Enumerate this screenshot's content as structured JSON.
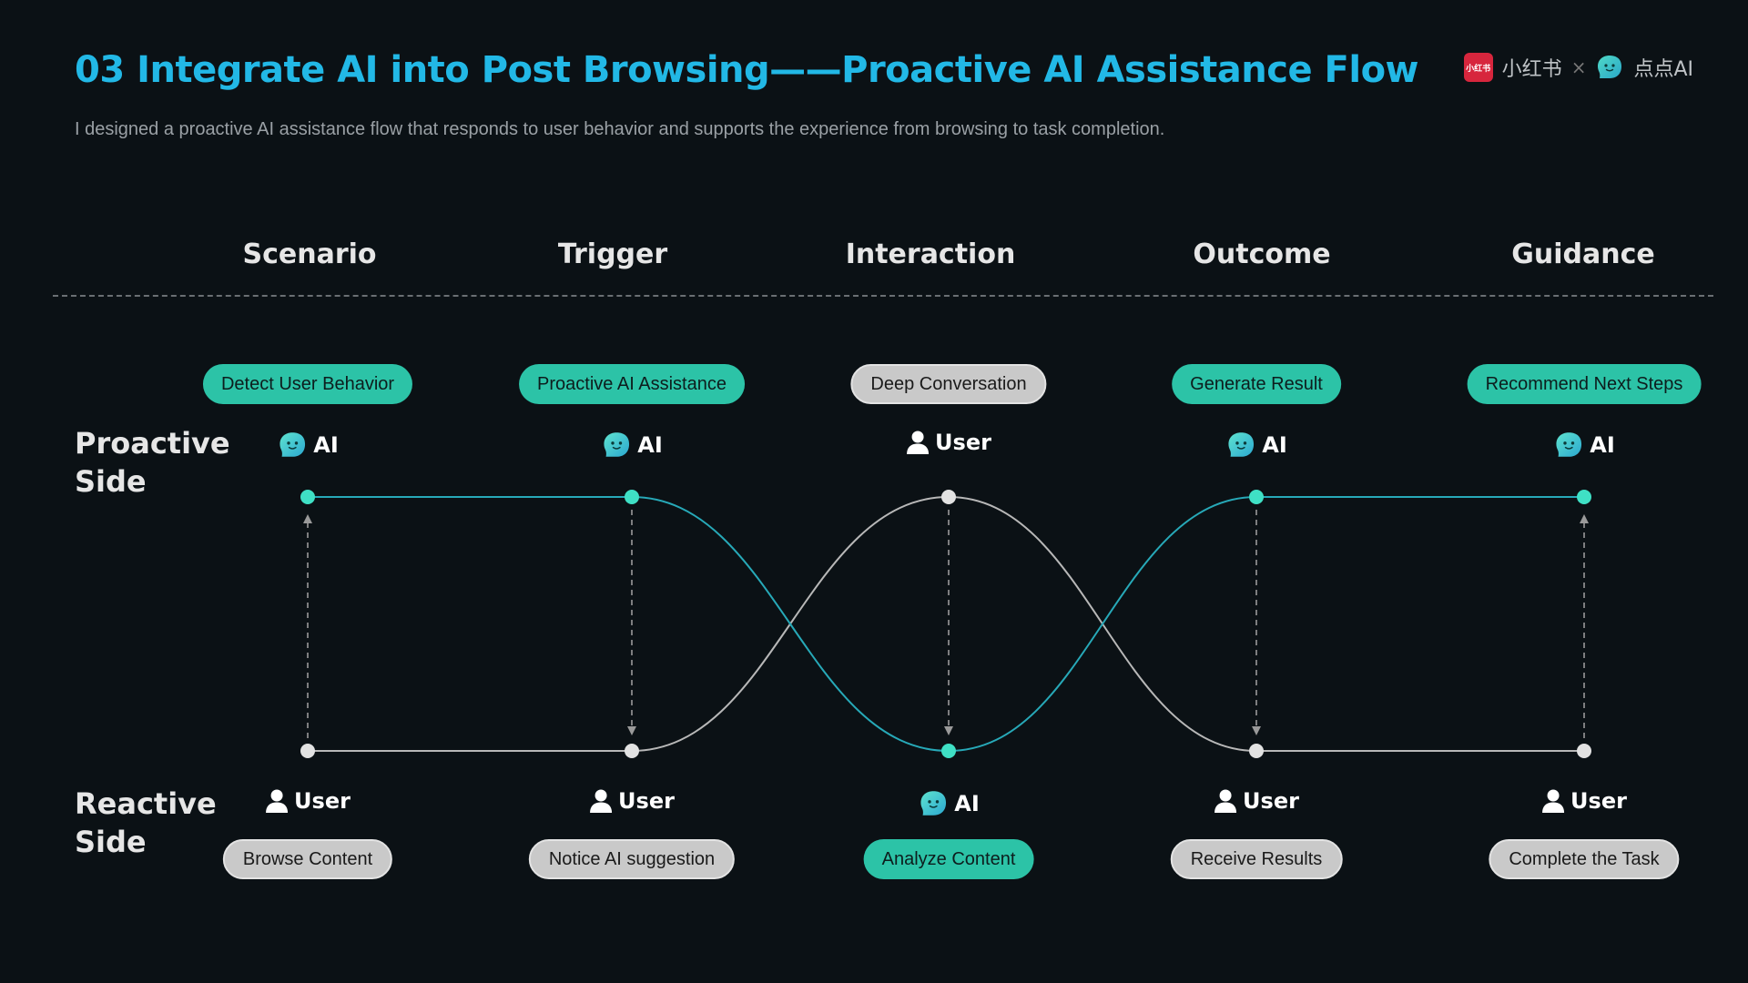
{
  "title": "03 Integrate AI into Post Browsing——Proactive AI Assistance Flow",
  "subtitle": "I designed a proactive AI assistance flow that responds to user behavior and supports the experience from browsing to task completion.",
  "brand": {
    "xhs_logo_text": "小红书",
    "xhs_name": "小红书",
    "separator": "×",
    "ai_name": "点点AI"
  },
  "colors": {
    "title": "#22b8e6",
    "teal": "#2cc3a7",
    "gray": "#c9c9c9",
    "background": "#0b1115"
  },
  "stages": [
    "Scenario",
    "Trigger",
    "Interaction",
    "Outcome",
    "Guidance"
  ],
  "sides": {
    "proactive": "Proactive\nSide",
    "reactive": "Reactive\nSide"
  },
  "proactive_row": [
    {
      "pill": "Detect User Behavior",
      "pill_style": "teal",
      "actor": "AI",
      "actor_icon": "ai-icon",
      "node": "teal"
    },
    {
      "pill": "Proactive AI Assistance",
      "pill_style": "teal",
      "actor": "AI",
      "actor_icon": "ai-icon",
      "node": "teal"
    },
    {
      "pill": "Deep Conversation",
      "pill_style": "gray",
      "actor": "User",
      "actor_icon": "user-icon",
      "node": "gray"
    },
    {
      "pill": "Generate Result",
      "pill_style": "teal",
      "actor": "AI",
      "actor_icon": "ai-icon",
      "node": "teal"
    },
    {
      "pill": "Recommend Next Steps",
      "pill_style": "teal",
      "actor": "AI",
      "actor_icon": "ai-icon",
      "node": "teal"
    }
  ],
  "reactive_row": [
    {
      "pill": "Browse Content",
      "pill_style": "gray",
      "actor": "User",
      "actor_icon": "user-icon",
      "node": "gray"
    },
    {
      "pill": "Notice AI suggestion",
      "pill_style": "gray",
      "actor": "User",
      "actor_icon": "user-icon",
      "node": "gray"
    },
    {
      "pill": "Analyze Content",
      "pill_style": "teal",
      "actor": "AI",
      "actor_icon": "ai-icon",
      "node": "teal"
    },
    {
      "pill": "Receive Results",
      "pill_style": "gray",
      "actor": "User",
      "actor_icon": "user-icon",
      "node": "gray"
    },
    {
      "pill": "Complete the Task",
      "pill_style": "gray",
      "actor": "User",
      "actor_icon": "user-icon",
      "node": "gray"
    }
  ],
  "arrows": [
    {
      "stage": 0,
      "direction": "up"
    },
    {
      "stage": 1,
      "direction": "down"
    },
    {
      "stage": 2,
      "direction": "down"
    },
    {
      "stage": 3,
      "direction": "down"
    },
    {
      "stage": 4,
      "direction": "up"
    }
  ]
}
